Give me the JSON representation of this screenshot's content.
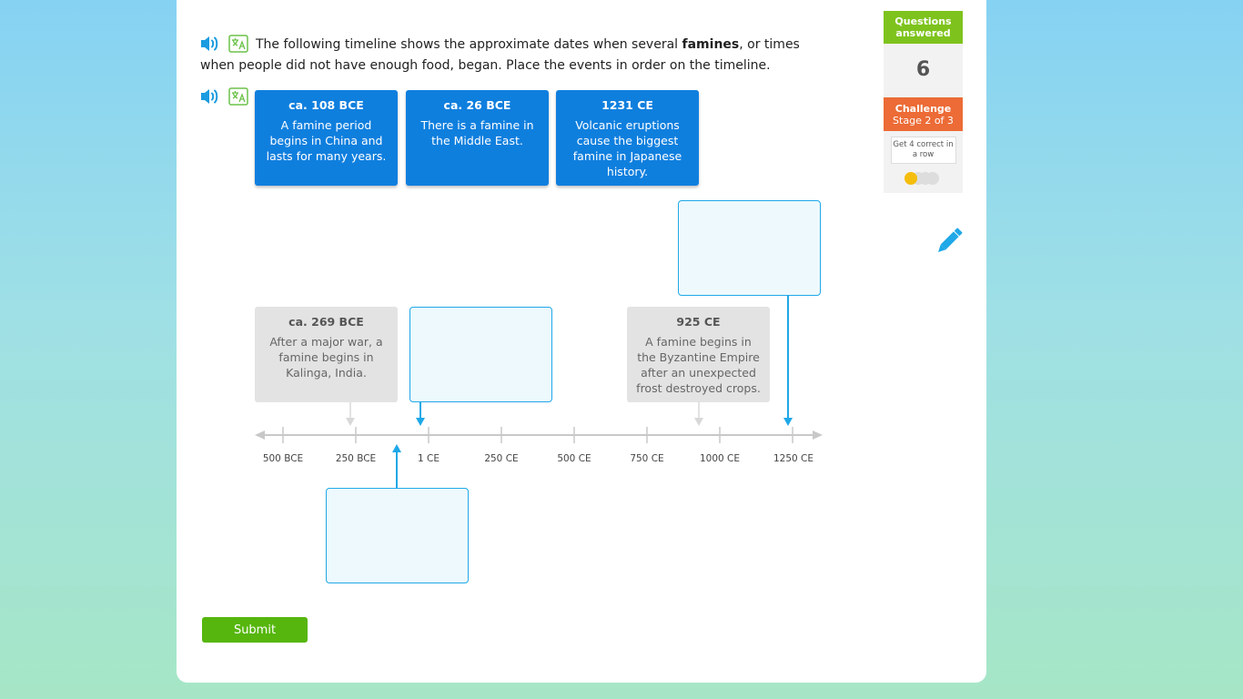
{
  "question": {
    "text_before": "The following timeline shows the approximate dates when several ",
    "bold_word": "famines",
    "text_after": ", or times when people did not have enough food, began. Place the events in order on the timeline."
  },
  "draggable_cards": [
    {
      "date": "ca. 108 BCE",
      "desc": "A famine period begins in China and lasts for many years."
    },
    {
      "date": "ca. 26 BCE",
      "desc": "There is a famine in the Middle East."
    },
    {
      "date": "1231 CE",
      "desc": "Volcanic eruptions cause the biggest famine in Japanese history."
    }
  ],
  "fixed_cards": [
    {
      "date": "ca. 269 BCE",
      "desc": "After a major war, a famine begins in Kalinga, India."
    },
    {
      "date": "925 CE",
      "desc": "A famine begins in the Byzantine Empire after an unexpected frost destroyed crops."
    }
  ],
  "timeline": {
    "ticks": [
      "500 BCE",
      "250 BCE",
      "1 CE",
      "250 CE",
      "500 CE",
      "750 CE",
      "1000 CE",
      "1250 CE"
    ]
  },
  "submit_label": "Submit",
  "sidebar": {
    "questions_answered_label": "Questions answered",
    "questions_answered_count": "6",
    "challenge_title": "Challenge",
    "challenge_stage": "Stage 2 of 3",
    "challenge_goal": "Get 4 correct in a row",
    "progress": {
      "filled": 1,
      "total": 4
    }
  },
  "colors": {
    "primary_blue": "#0f7fde",
    "accent_blue": "#1fa8e8",
    "green": "#56b60d",
    "sidebar_green": "#7ec31d",
    "challenge_orange": "#ec6b36",
    "progress_yellow": "#f5bd0c"
  },
  "icons": [
    "speaker-icon",
    "translate-icon",
    "pencil-icon"
  ]
}
